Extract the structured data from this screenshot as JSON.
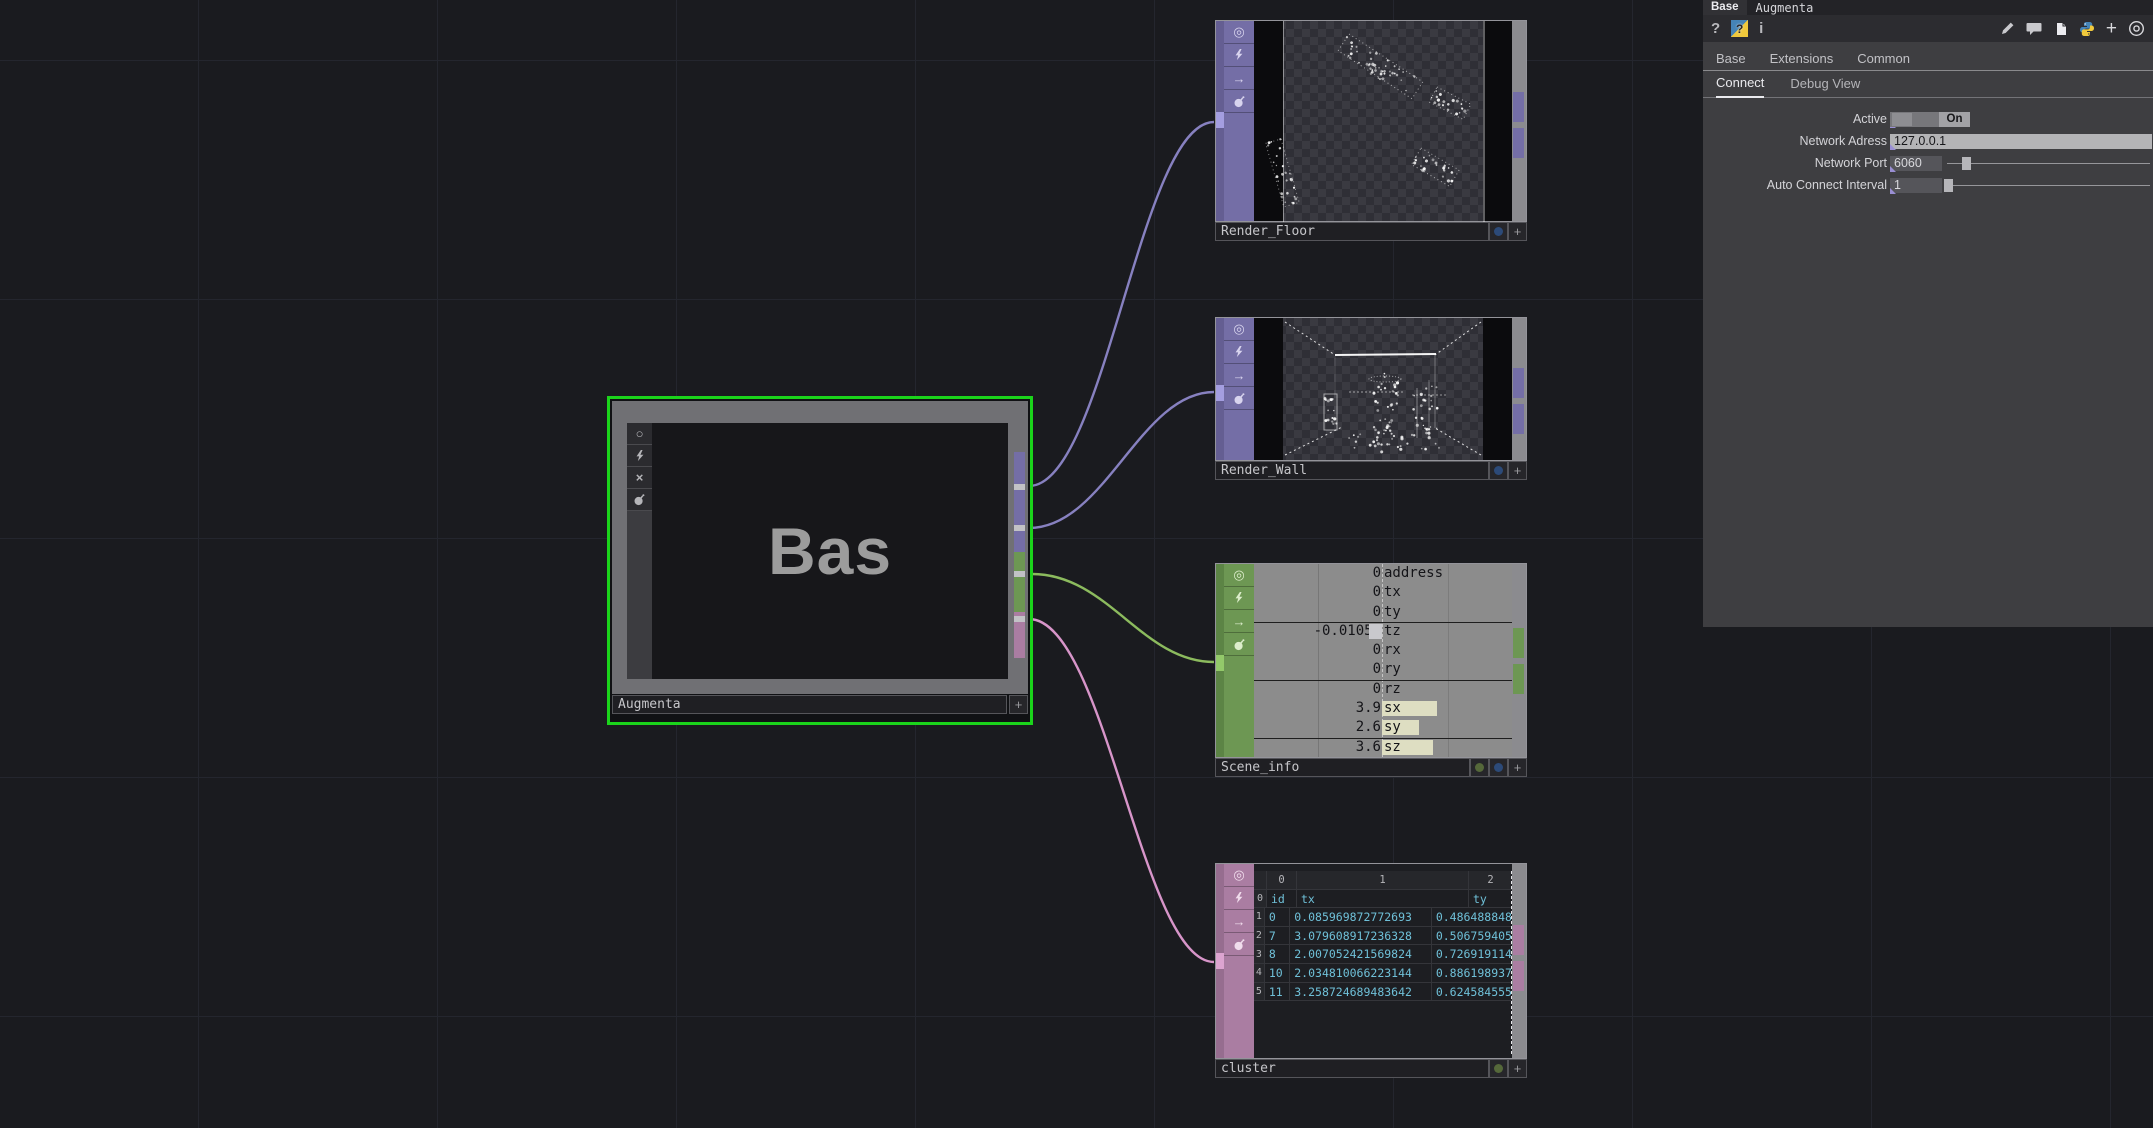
{
  "panel": {
    "context_label": "Base",
    "operator_name": "Augmenta",
    "left_icons": [
      {
        "name": "help-icon",
        "glyph": "?"
      },
      {
        "name": "python-help-icon",
        "glyph": "?"
      },
      {
        "name": "info-icon",
        "glyph": "i"
      }
    ],
    "right_icons": [
      "pencil-icon",
      "comment-icon",
      "copy-parameters-icon",
      "python-icon",
      "add-icon",
      "target-icon"
    ],
    "tabs": [
      {
        "label": "Base"
      },
      {
        "label": "Extensions"
      },
      {
        "label": "Common"
      }
    ],
    "subtabs": [
      {
        "label": "Connect"
      },
      {
        "label": "Debug View"
      }
    ],
    "params": [
      {
        "label": "Active",
        "value": "On"
      },
      {
        "label": "Network Adress",
        "value": "127.0.0.1"
      },
      {
        "label": "Network Port",
        "value": "6060"
      },
      {
        "label": "Auto Connect Interval",
        "value": "1"
      }
    ]
  },
  "nodes": {
    "augmenta": {
      "label": "Augmenta",
      "viewer_text": "Bas",
      "add_button": "+"
    },
    "render_floor": {
      "label": "Render_Floor",
      "add_button": "+"
    },
    "render_wall": {
      "label": "Render_Wall",
      "add_button": "+"
    },
    "scene_info": {
      "label": "Scene_info",
      "add_button": "+",
      "channels": [
        {
          "name": "address",
          "value": 0,
          "display": "0"
        },
        {
          "name": "tx",
          "value": 0,
          "display": "0"
        },
        {
          "name": "ty",
          "value": 0,
          "display": "0"
        },
        {
          "name": "tz",
          "value": -0.01056,
          "display": "-0.01056"
        },
        {
          "name": "rx",
          "value": 0,
          "display": "0"
        },
        {
          "name": "ry",
          "value": 0,
          "display": "0"
        },
        {
          "name": "rz",
          "value": 0,
          "display": "0"
        },
        {
          "name": "sx",
          "value": 3.9,
          "display": "3.9"
        },
        {
          "name": "sy",
          "value": 2.6,
          "display": "2.6"
        },
        {
          "name": "sz",
          "value": 3.6,
          "display": "3.6"
        }
      ]
    },
    "cluster": {
      "label": "cluster",
      "add_button": "+",
      "table": {
        "col_headers": [
          "",
          "0",
          "1",
          "2"
        ],
        "rows": [
          {
            "index": "0",
            "cells": [
              "id",
              "tx",
              "ty"
            ]
          },
          {
            "index": "1",
            "cells": [
              "0",
              "0.085969872772693",
              "0.486488848"
            ]
          },
          {
            "index": "2",
            "cells": [
              "7",
              "3.079608917236328",
              "0.506759405"
            ]
          },
          {
            "index": "3",
            "cells": [
              "8",
              "2.007052421569824",
              "0.726919114"
            ]
          },
          {
            "index": "4",
            "cells": [
              "10",
              "2.034810066223144",
              "0.886198937"
            ]
          },
          {
            "index": "5",
            "cells": [
              "11",
              "3.258724689483642",
              "0.624584555"
            ]
          }
        ]
      }
    }
  },
  "colors": {
    "selection_green": "#1bd41b",
    "top_family": "#746ea6",
    "chop_family": "#6d9753",
    "dat_family": "#aa7da2",
    "wire_top": "#8781c0",
    "wire_chop": "#8cbb5e",
    "wire_dat": "#d795c9",
    "channel_bar": "#dedec2",
    "table_text": "#6fc0d8"
  }
}
